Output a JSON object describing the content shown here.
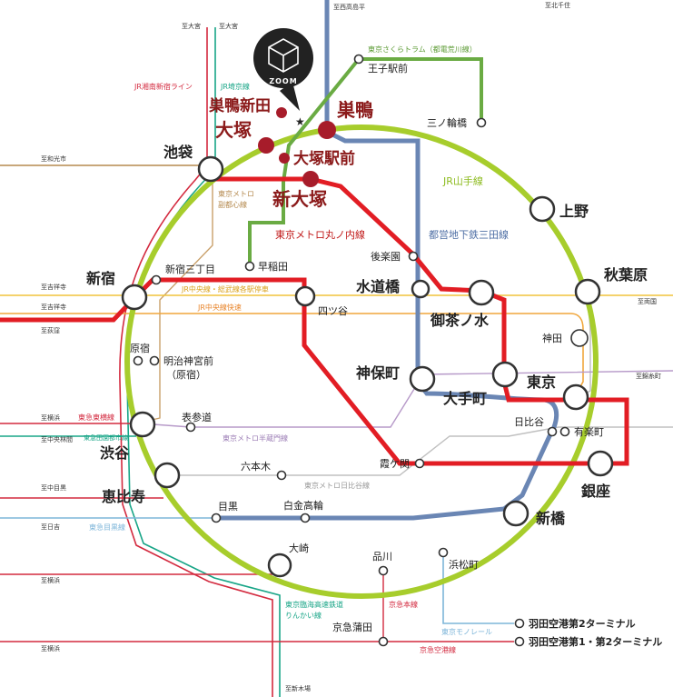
{
  "brand": {
    "name": "ZOOM"
  },
  "colors": {
    "yamanote": "#a7cd2c",
    "marunouchi": "#e21d24",
    "mita": "#6a86b4",
    "sakura_tram": "#6aab43",
    "shonan": "#d32a3f",
    "saikyo": "#18a587",
    "fukutoshin": "#b58a4f",
    "hanzomon": "#9b7cb5",
    "hibiya": "#b5b5b5",
    "chuo_local": "#f0a63b",
    "chuo_rapid": "#e85a2b",
    "site": "#a71c2a"
  },
  "site_stations": {
    "sugamo_shinden": "巣鴨新田",
    "sugamo": "巣鴨",
    "otsuka": "大塚",
    "otsuka_ekimae": "大塚駅前",
    "shin_otsuka": "新大塚"
  },
  "stations": {
    "ikebukuro": "池袋",
    "ueno": "上野",
    "akihabara": "秋葉原",
    "shinjuku": "新宿",
    "suidobashi": "水道橋",
    "ochanomizu": "御茶ノ水",
    "jimbocho": "神保町",
    "otemachi": "大手町",
    "tokyo": "東京",
    "shibuya": "渋谷",
    "ebisu": "恵比寿",
    "ginza": "銀座",
    "shimbashi": "新橋",
    "oji_ekimae": "王子駅前",
    "minowabashi": "三ノ輪橋",
    "waseda": "早稲田",
    "korakuen": "後楽園",
    "shinjuku_sanchome": "新宿三丁目",
    "yotsuya": "四ツ谷",
    "kanda": "神田",
    "harajuku": "原宿",
    "meiji_jingumae": "明治神宮前\n（原宿）",
    "omotesando": "表参道",
    "hibiya": "日比谷",
    "yurakucho": "有楽町",
    "kasumigaseki": "霞ケ関",
    "roppongi": "六本木",
    "meguro": "目黒",
    "shirokane": "白金高輪",
    "osaki": "大崎",
    "shinagawa": "品川",
    "hamamatsucho": "浜松町",
    "keikyu_kamata": "京急蒲田",
    "haneda_t2": "羽田空港第2ターミナル",
    "haneda_t12": "羽田空港第1・第2ターミナル"
  },
  "lines": {
    "yamanote": "JR山手線",
    "mita": "都営地下鉄三田線",
    "marunouchi": "東京メトロ丸ノ内線",
    "sakura_tram": "東京さくらトラム（都電荒川線）",
    "shonan": "JR湘南新宿ライン",
    "saikyo": "JR埼京線",
    "fukutoshin": "東京メトロ\n副都心線",
    "chuo_local": "JR中央線・総武線各駅停車",
    "chuo_rapid": "JR中央線快速",
    "toyoko": "東急東横線",
    "denentoshi": "東急田園都市線",
    "hanzomon": "東京メトロ半蔵門線",
    "hibiya_line": "東京メトロ日比谷線",
    "meguro_line": "東急目黒線",
    "rinkai": "東京臨海高速鉄道\nりんかい線",
    "keikyu_main": "京急本線",
    "keikyu_airport": "京急空港線",
    "monorail": "東京モノレール"
  },
  "destinations": {
    "omiya_1": "至大宮",
    "omiya_2": "至大宮",
    "nishitakashimadaira": "至西高島平",
    "kitasenju": "至北千住",
    "wakoshi": "至和光市",
    "kichijoji_1": "至吉祥寺",
    "kichijoji_2": "至吉祥寺",
    "ogikubo": "至荻窪",
    "ryogoku": "至両国",
    "kinshicho": "至錦糸町",
    "yokohama_1": "至横浜",
    "chuorinkan": "至中央林間",
    "nakameguro": "至中目黒",
    "hiyoshi": "至日吉",
    "yokohama_2": "至横浜",
    "yokohama_3": "至横浜",
    "shinkiba": "至新木場"
  }
}
